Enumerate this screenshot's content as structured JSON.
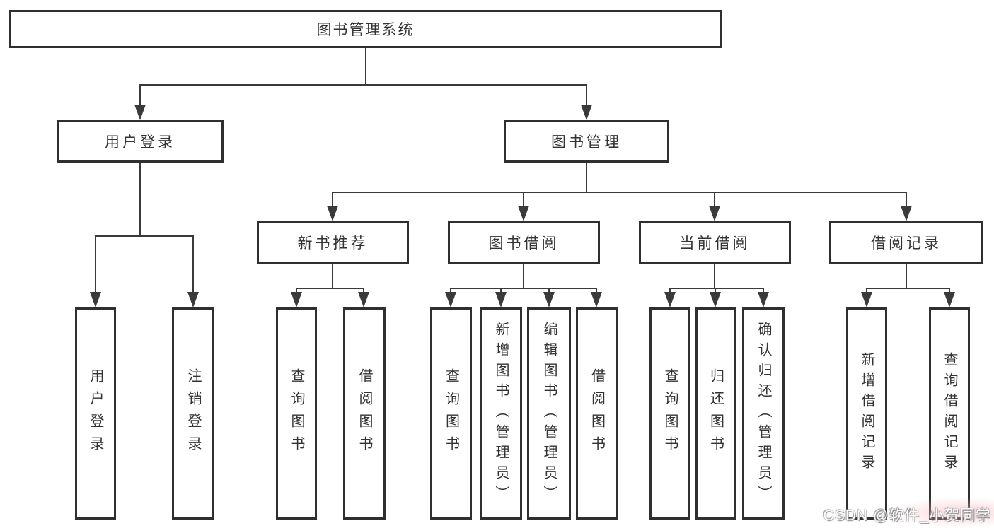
{
  "tree": {
    "label": "图书管理系统",
    "children": [
      {
        "label": "用户登录",
        "children": [
          {
            "label": "用户登录"
          },
          {
            "label": "注销登录"
          }
        ]
      },
      {
        "label": "图书管理",
        "children": [
          {
            "label": "新书推荐",
            "children": [
              {
                "label": "查询图书"
              },
              {
                "label": "借阅图书"
              }
            ]
          },
          {
            "label": "图书借阅",
            "children": [
              {
                "label": "查询图书"
              },
              {
                "label": "新增图书（管理员）"
              },
              {
                "label": "编辑图书（管理员）"
              },
              {
                "label": "借阅图书"
              }
            ]
          },
          {
            "label": "当前借阅",
            "children": [
              {
                "label": "查询图书"
              },
              {
                "label": "归还图书"
              },
              {
                "label": "确认归还（管理员）"
              }
            ]
          },
          {
            "label": "借阅记录",
            "children": [
              {
                "label": "新增借阅记录"
              },
              {
                "label": "查询借阅记录"
              }
            ]
          }
        ]
      }
    ]
  },
  "watermark": {
    "text": "CSDN @软件_小贺同学"
  },
  "colors": {
    "background": "#ffffff",
    "box_border": "#2f2f2f",
    "connector": "#3a3a3a",
    "text": "#333333",
    "watermark_text": "#fbfbfb",
    "watermark_glow": "#f7b2b8"
  }
}
